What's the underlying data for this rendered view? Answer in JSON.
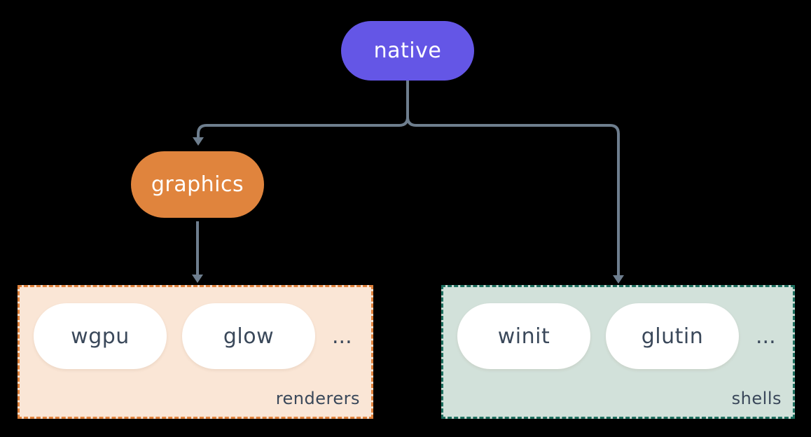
{
  "diagram": {
    "background_color": "#000000",
    "connector_color": "#6e7e8e",
    "pill_text_color": "#3a485a",
    "nodes": {
      "native": {
        "label": "native",
        "color": "#6456e6",
        "text_color": "#ffffff"
      },
      "graphics": {
        "label": "graphics",
        "color": "#e0843d",
        "text_color": "#ffffff"
      }
    },
    "groups": {
      "renderers": {
        "label": "renderers",
        "bg_color": "#fae6d6",
        "border_color": "#e0823c",
        "items": [
          {
            "label": "wgpu"
          },
          {
            "label": "glow"
          }
        ],
        "ellipsis": "..."
      },
      "shells": {
        "label": "shells",
        "bg_color": "#d2e1da",
        "border_color": "#1e7060",
        "items": [
          {
            "label": "winit"
          },
          {
            "label": "glutin"
          }
        ],
        "ellipsis": "..."
      }
    },
    "edges": [
      {
        "from": "native",
        "to": "graphics"
      },
      {
        "from": "native",
        "to": "shells"
      },
      {
        "from": "graphics",
        "to": "renderers"
      }
    ]
  }
}
